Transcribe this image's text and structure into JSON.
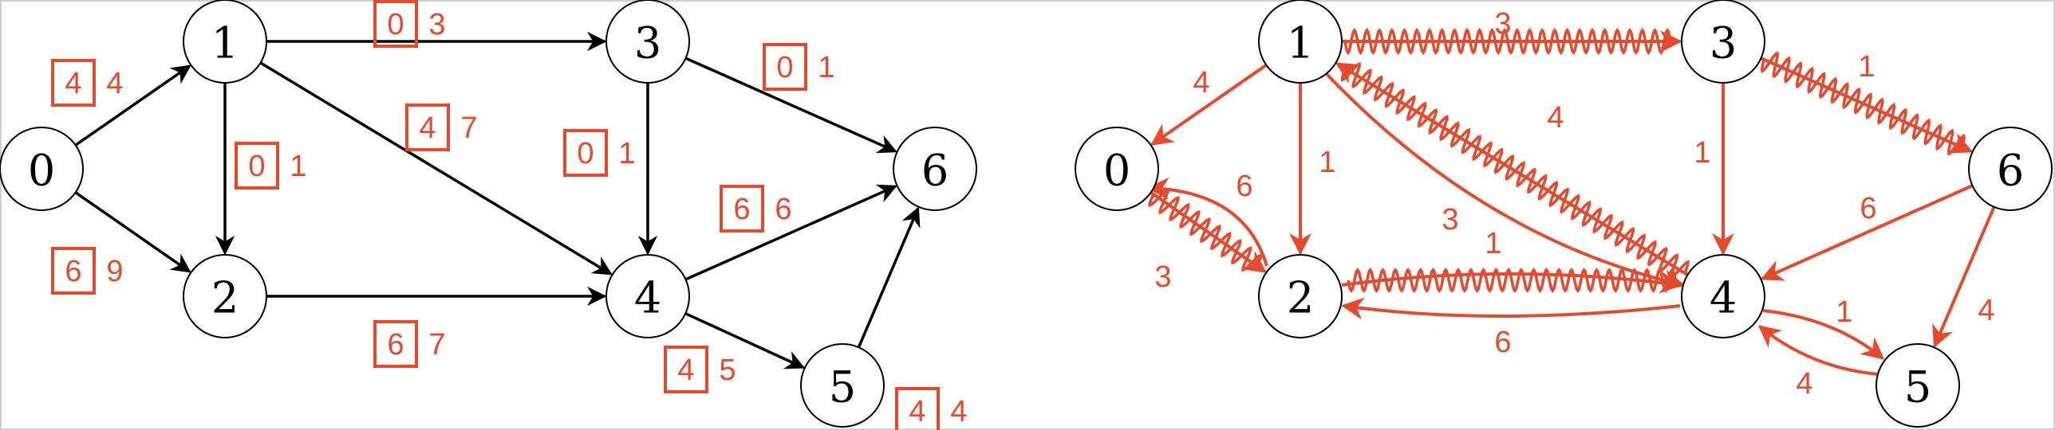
{
  "colors": {
    "accent": "#e64a2d",
    "black": "#000000"
  },
  "left_graph": {
    "nodes": [
      "0",
      "1",
      "2",
      "3",
      "4",
      "5",
      "6"
    ],
    "edges": [
      {
        "from": "0",
        "to": "1",
        "box": "4",
        "cap": "4"
      },
      {
        "from": "0",
        "to": "2",
        "box": "6",
        "cap": "9"
      },
      {
        "from": "1",
        "to": "3",
        "box": "0",
        "cap": "3"
      },
      {
        "from": "1",
        "to": "2",
        "box": "0",
        "cap": "1"
      },
      {
        "from": "1",
        "to": "4",
        "box": "4",
        "cap": "7"
      },
      {
        "from": "3",
        "to": "4",
        "box": "0",
        "cap": "1"
      },
      {
        "from": "3",
        "to": "6",
        "box": "0",
        "cap": "1"
      },
      {
        "from": "2",
        "to": "4",
        "box": "6",
        "cap": "7"
      },
      {
        "from": "4",
        "to": "6",
        "box": "6",
        "cap": "6"
      },
      {
        "from": "4",
        "to": "5",
        "box": "4",
        "cap": "5"
      },
      {
        "from": "5",
        "to": "6",
        "box": "4",
        "cap": "4"
      }
    ]
  },
  "right_graph": {
    "nodes": [
      "0",
      "1",
      "2",
      "3",
      "4",
      "5",
      "6"
    ],
    "edges": [
      {
        "from": "1",
        "to": "0",
        "label": "4"
      },
      {
        "from": "1",
        "to": "2",
        "label": "1"
      },
      {
        "from": "1",
        "to": "3",
        "label": "3"
      },
      {
        "from": "3",
        "to": "6",
        "label": "1"
      },
      {
        "from": "4",
        "to": "1",
        "label": "4"
      },
      {
        "from": "1",
        "to": "4",
        "label": "3"
      },
      {
        "from": "3",
        "to": "4",
        "label": "1"
      },
      {
        "from": "0",
        "to": "2",
        "label": "3"
      },
      {
        "from": "2",
        "to": "0",
        "label": "6"
      },
      {
        "from": "2",
        "to": "4",
        "label": "1"
      },
      {
        "from": "4",
        "to": "2",
        "label": "6"
      },
      {
        "from": "6",
        "to": "4",
        "label": "6"
      },
      {
        "from": "4",
        "to": "5",
        "label": "1"
      },
      {
        "from": "5",
        "to": "4",
        "label": "4"
      },
      {
        "from": "6",
        "to": "5",
        "label": "4"
      }
    ]
  }
}
